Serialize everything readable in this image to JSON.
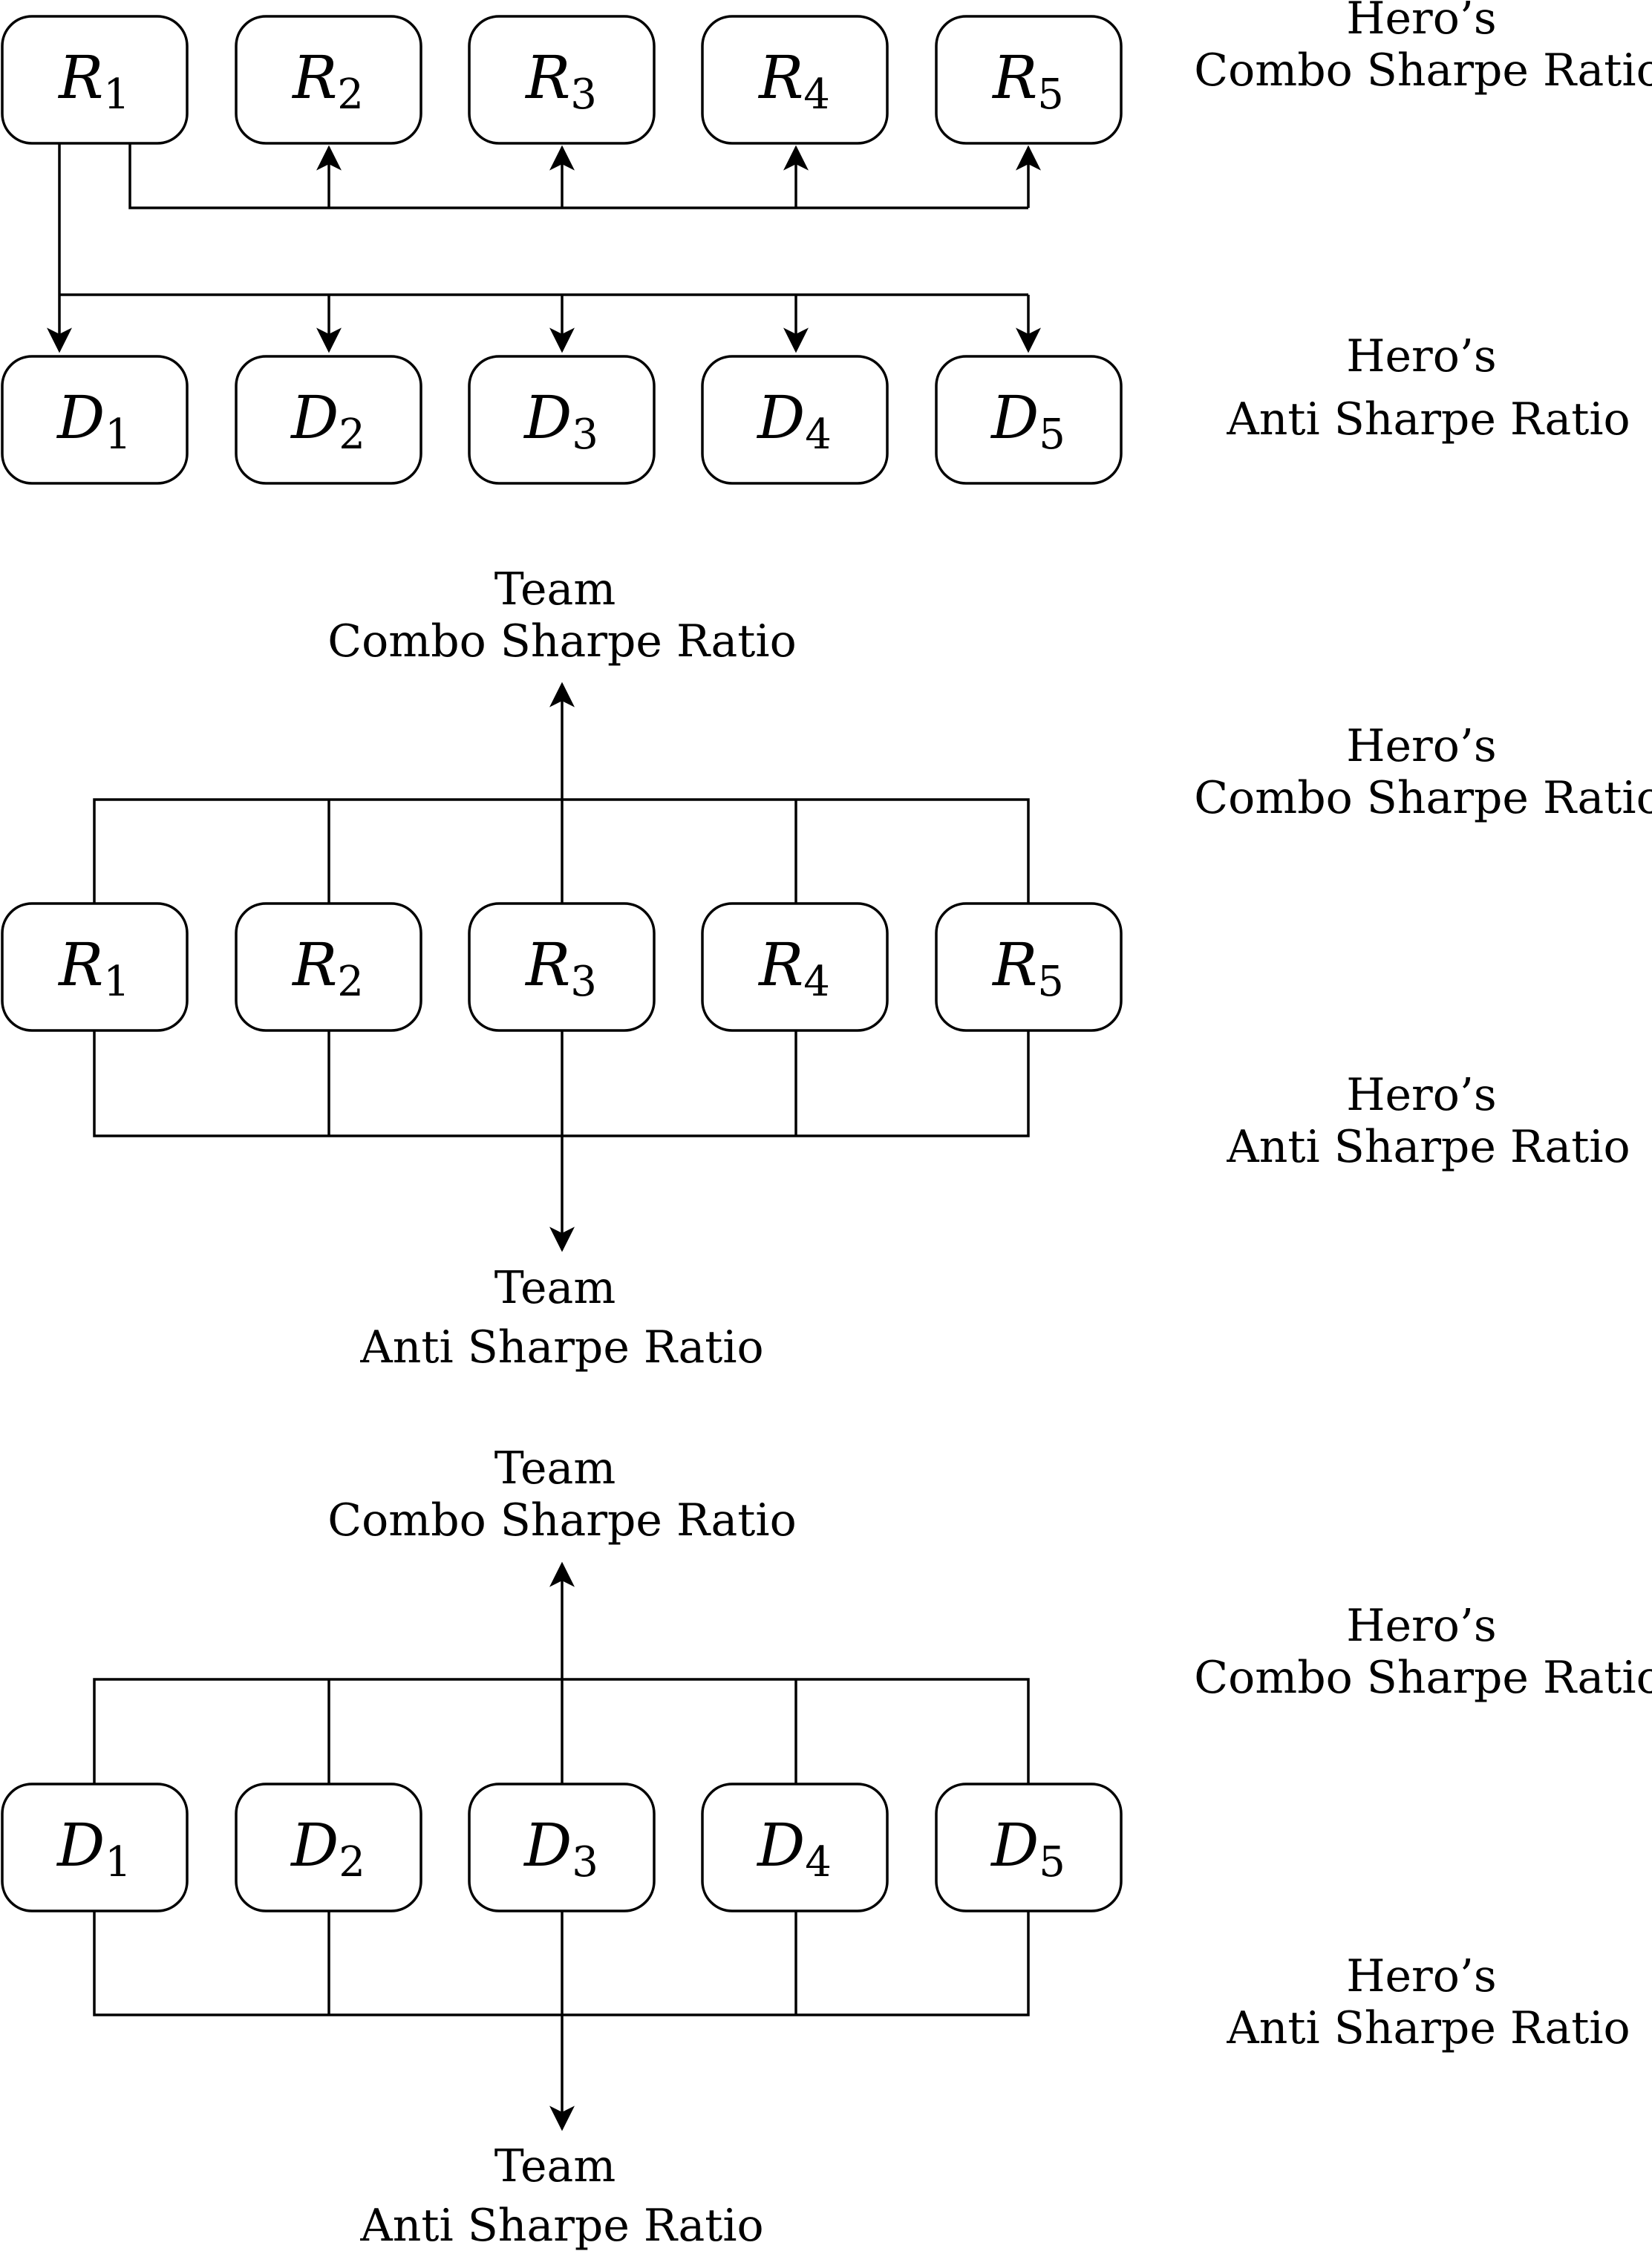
{
  "colors": {
    "line": "#000000",
    "box_fill": "#ffffff",
    "background": "#ffffff"
  },
  "panel_top": {
    "top_nodes": [
      {
        "symbol": "R",
        "subscript": "1"
      },
      {
        "symbol": "R",
        "subscript": "2"
      },
      {
        "symbol": "R",
        "subscript": "3"
      },
      {
        "symbol": "R",
        "subscript": "4"
      },
      {
        "symbol": "R",
        "subscript": "5"
      }
    ],
    "bottom_nodes": [
      {
        "symbol": "D",
        "subscript": "1"
      },
      {
        "symbol": "D",
        "subscript": "2"
      },
      {
        "symbol": "D",
        "subscript": "3"
      },
      {
        "symbol": "D",
        "subscript": "4"
      },
      {
        "symbol": "D",
        "subscript": "5"
      }
    ],
    "side_label_upper": [
      "Hero’s",
      "Combo Sharpe Ratio"
    ],
    "side_label_lower": [
      "Hero’s",
      "Anti Sharpe Ratio"
    ]
  },
  "panel_middle": {
    "nodes": [
      {
        "symbol": "R",
        "subscript": "1"
      },
      {
        "symbol": "R",
        "subscript": "2"
      },
      {
        "symbol": "R",
        "subscript": "3"
      },
      {
        "symbol": "R",
        "subscript": "4"
      },
      {
        "symbol": "R",
        "subscript": "5"
      }
    ],
    "top_output": [
      "Team",
      "Combo Sharpe Ratio"
    ],
    "bottom_output": [
      "Team",
      "Anti Sharpe Ratio"
    ],
    "side_label_upper": [
      "Hero’s",
      "Combo Sharpe Ratio"
    ],
    "side_label_lower": [
      "Hero’s",
      "Anti Sharpe Ratio"
    ]
  },
  "panel_bottom": {
    "nodes": [
      {
        "symbol": "D",
        "subscript": "1"
      },
      {
        "symbol": "D",
        "subscript": "2"
      },
      {
        "symbol": "D",
        "subscript": "3"
      },
      {
        "symbol": "D",
        "subscript": "4"
      },
      {
        "symbol": "D",
        "subscript": "5"
      }
    ],
    "top_output": [
      "Team",
      "Combo Sharpe Ratio"
    ],
    "bottom_output": [
      "Team",
      "Anti Sharpe Ratio"
    ],
    "side_label_upper": [
      "Hero’s",
      "Combo Sharpe Ratio"
    ],
    "side_label_lower": [
      "Hero’s",
      "Anti Sharpe Ratio"
    ]
  }
}
